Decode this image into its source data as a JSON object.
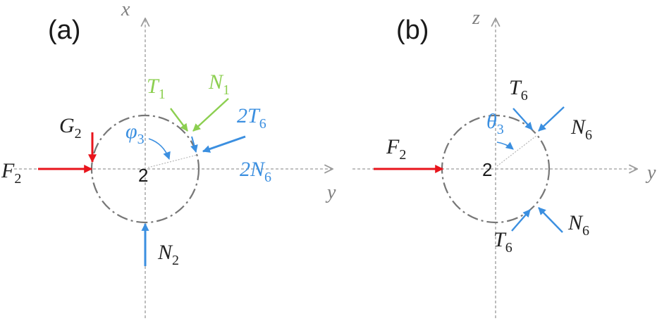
{
  "colors": {
    "axis": "#9a9a9a",
    "circle": "#777777",
    "red": "#e8141c",
    "blue": "#3b8fe0",
    "green": "#8ccf50",
    "text": "#222222"
  },
  "panel_a": {
    "label": "(a)",
    "axis_vertical": "x",
    "axis_horizontal": "y",
    "center": "2",
    "F": {
      "main": "F",
      "sub": "2"
    },
    "G": {
      "main": "G",
      "sub": "2"
    },
    "N2": {
      "main": "N",
      "sub": "2"
    },
    "T1": {
      "main": "T",
      "sub": "1"
    },
    "N1": {
      "main": "N",
      "sub": "1"
    },
    "T6": {
      "coef": "2",
      "main": "T",
      "sub": "6"
    },
    "N6": {
      "coef": "2",
      "main": "N",
      "sub": "6"
    },
    "angle": {
      "main": "φ",
      "sub": "3"
    }
  },
  "panel_b": {
    "label": "(b)",
    "axis_vertical": "z",
    "axis_horizontal": "y",
    "center": "2",
    "F": {
      "main": "F",
      "sub": "2"
    },
    "T6_top": {
      "main": "T",
      "sub": "6"
    },
    "N6_top": {
      "main": "N",
      "sub": "6"
    },
    "T6_bottom": {
      "main": "T",
      "sub": "6"
    },
    "N6_bottom": {
      "main": "N",
      "sub": "6"
    },
    "angle": {
      "main": "θ",
      "sub": "3"
    }
  }
}
